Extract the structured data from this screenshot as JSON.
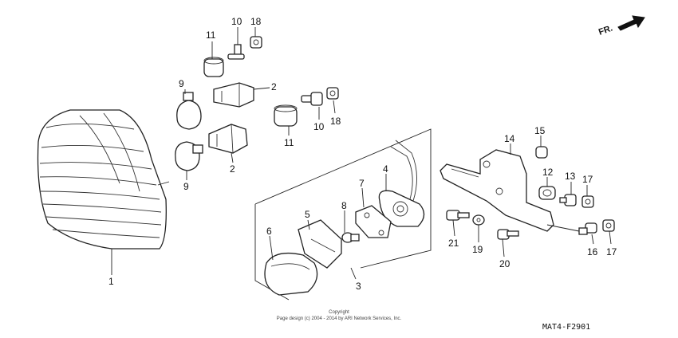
{
  "diagram": {
    "labels": {
      "p1": "1",
      "p2a": "2",
      "p2b": "2",
      "p3": "3",
      "p4": "4",
      "p5": "5",
      "p6": "6",
      "p7": "7",
      "p8": "8",
      "p9a": "9",
      "p9b": "9",
      "p10a": "10",
      "p10b": "10",
      "p11a": "11",
      "p11b": "11",
      "p12": "12",
      "p13": "13",
      "p14": "14",
      "p15": "15",
      "p16": "16",
      "p17a": "17",
      "p17b": "17",
      "p18a": "18",
      "p18b": "18",
      "p19": "19",
      "p20": "20",
      "p21": "21"
    },
    "direction_label": "FR.",
    "copyright_line1": "Copyright",
    "copyright_line2": "Page design (c) 2004 - 2014 by ARI Network Services, Inc.",
    "diagram_code": "MAT4-F2901"
  }
}
